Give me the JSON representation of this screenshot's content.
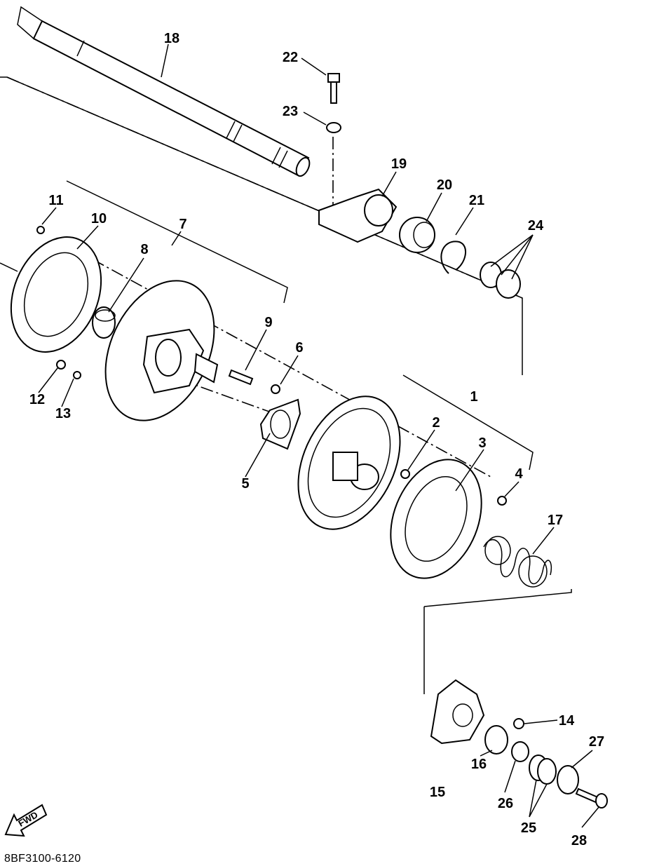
{
  "diagram": {
    "part_numbers": [
      "1",
      "2",
      "3",
      "4",
      "5",
      "6",
      "7",
      "8",
      "9",
      "10",
      "11",
      "12",
      "13",
      "14",
      "15",
      "16",
      "17",
      "18",
      "19",
      "20",
      "21",
      "22",
      "23",
      "24",
      "25",
      "26",
      "27",
      "28"
    ],
    "fwd_label": "FWD",
    "drawing_code": "8BF3100-6120"
  }
}
